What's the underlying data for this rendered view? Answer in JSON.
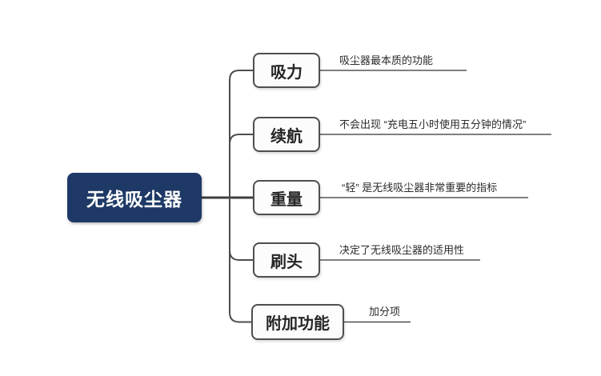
{
  "diagram": {
    "root": {
      "label": "无线吸尘器"
    },
    "branches": [
      {
        "label": "吸力",
        "note": "吸尘器最本质的功能"
      },
      {
        "label": "续航",
        "note": "不会出现 “充电五小时使用五分钟的情况”"
      },
      {
        "label": "重量",
        "note": "“轻” 是无线吸尘器非常重要的指标"
      },
      {
        "label": "刷头",
        "note": "决定了无线吸尘器的适用性"
      },
      {
        "label": "附加功能",
        "note": "加分项"
      }
    ],
    "colors": {
      "root_bg": "#1e3966",
      "root_text": "#ffffff",
      "node_bg": "#fcfcfc",
      "node_border": "#4f4f4f",
      "node_text": "#262626",
      "connector": "#4d4d4d",
      "note_line": "#333333",
      "note_text": "#2b2b2b",
      "background": "#ffffff"
    }
  }
}
